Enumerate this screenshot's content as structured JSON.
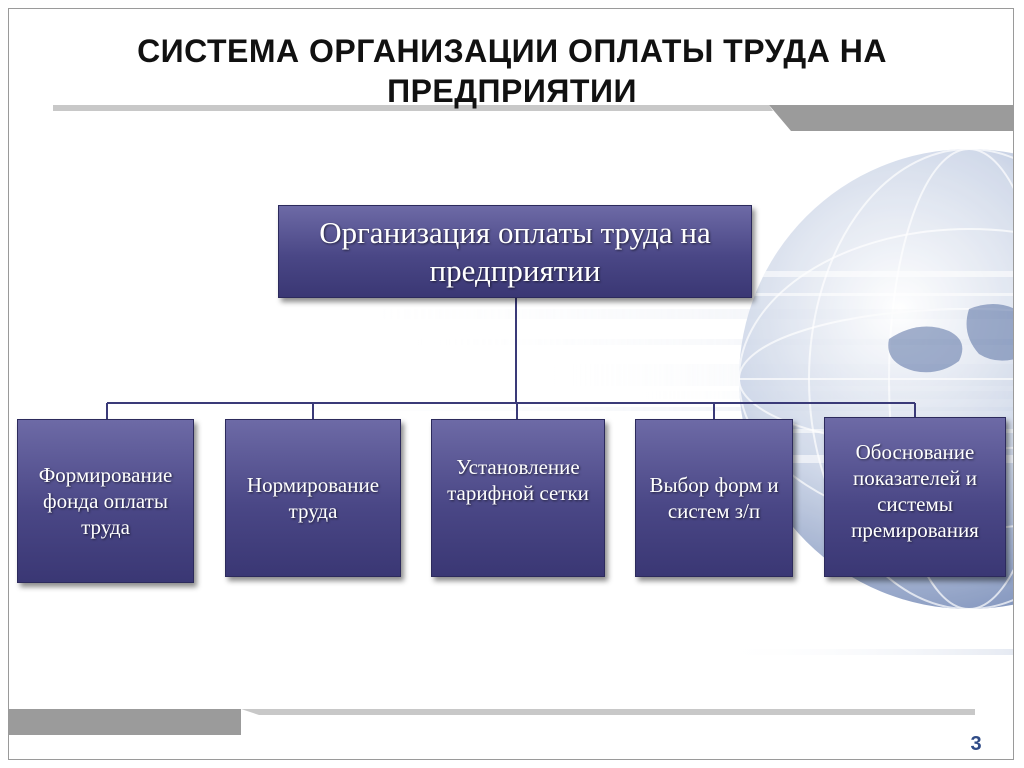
{
  "slide": {
    "title_line1": "СИСТЕМА ОРГАНИЗАЦИИ ОПЛАТЫ ТРУДА НА",
    "title_line2": "ПРЕДПРИЯТИИ",
    "page_number": "3"
  },
  "diagram": {
    "root": "Организация оплаты труда на предприятии",
    "children": [
      "Формирование фонда оплаты труда",
      "Нормирование труда",
      "Установление тарифной сетки",
      "Выбор форм и систем з/п",
      "Обоснование показателей и системы премирования"
    ]
  },
  "colors": {
    "box_fill": "#4a4786",
    "connector": "#3a3a78",
    "page_number": "#2f4b86",
    "title": "#111111"
  }
}
